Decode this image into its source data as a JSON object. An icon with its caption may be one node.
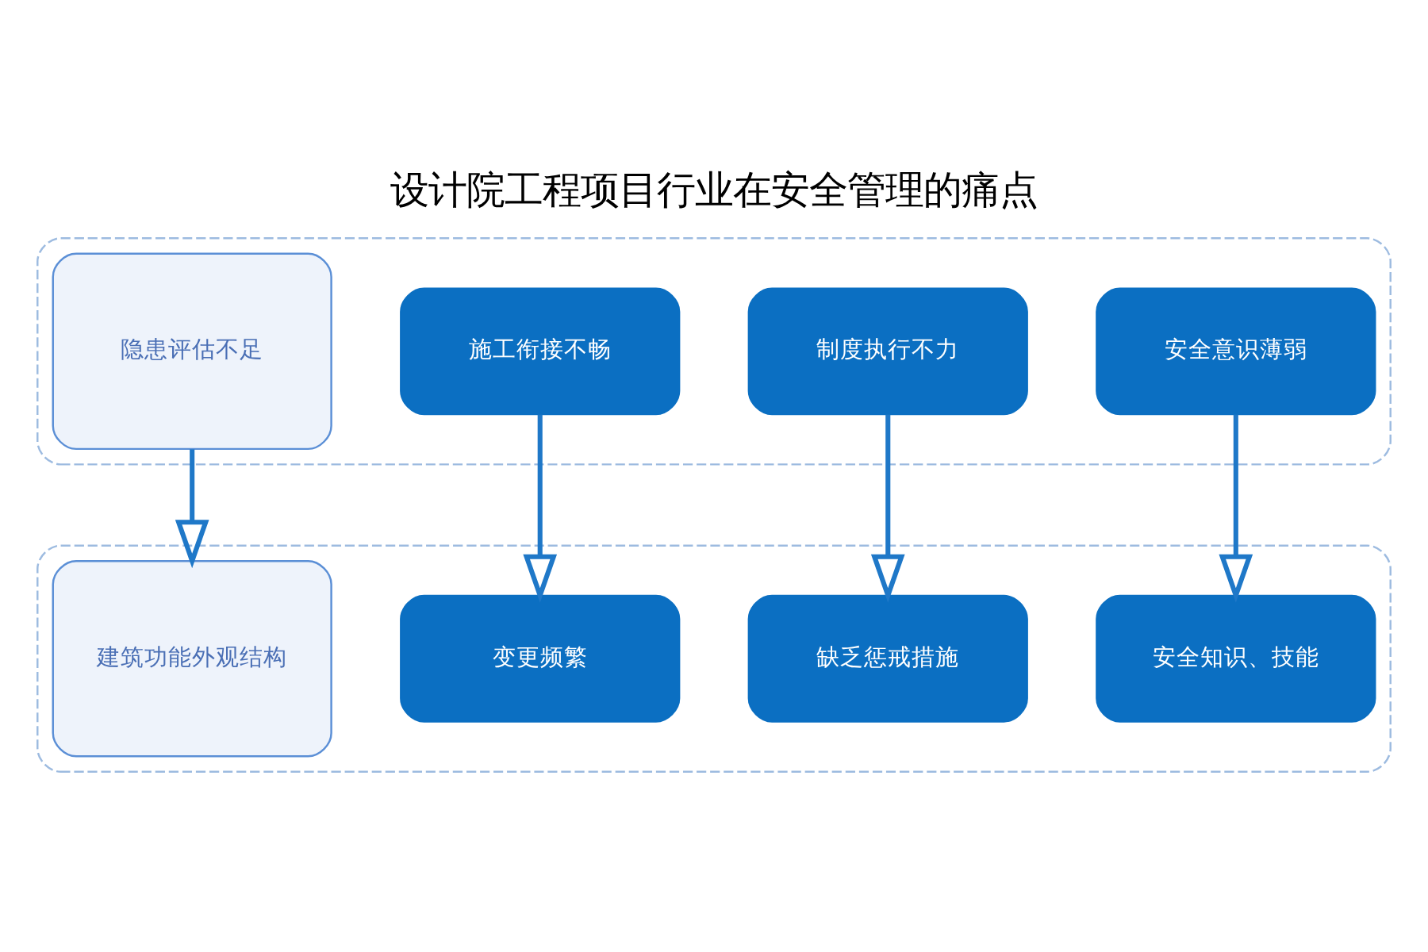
{
  "diagram": {
    "title": "设计院工程项目行业在安全管理的痛点",
    "nodes": [
      {
        "text": [],
        "shape": "box"
      },
      {
        "text": [
          "隐患评估不足"
        ],
        "in": 0
      },
      {
        "text": [
          "施工衔接不畅"
        ],
        "in": 0
      },
      {
        "text": [
          "制度执行不力"
        ],
        "in": 0
      },
      {
        "text": [
          "安全意识薄弱"
        ],
        "in": 0
      },
      {
        "text": [],
        "shape": "box"
      },
      {
        "text": [
          "建筑功能外观结构"
        ],
        "in": 5
      },
      {
        "text": [
          "变更频繁"
        ],
        "in": 5
      },
      {
        "text": [
          "缺乏惩戒措施"
        ],
        "in": 5
      },
      {
        "text": [
          "安全知识、技能"
        ],
        "in": 5
      }
    ],
    "edges": [
      {
        "from": 1,
        "to": 6,
        "arrow": "to"
      },
      {
        "from": 2,
        "to": 7,
        "arrow": "to"
      },
      {
        "from": 3,
        "to": 8,
        "arrow": "to"
      },
      {
        "from": 4,
        "to": 9,
        "arrow": "to"
      }
    ]
  }
}
